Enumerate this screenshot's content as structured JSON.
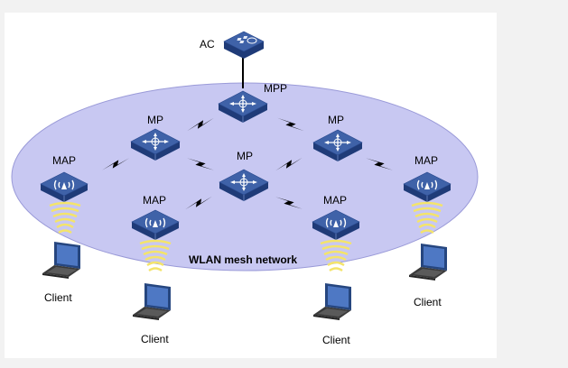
{
  "diagram": {
    "network_label": "WLAN mesh network",
    "nodes": {
      "ac": "AC",
      "mpp": "MPP",
      "mp_left": "MP",
      "mp_right": "MP",
      "mp_center": "MP",
      "map_far_left": "MAP",
      "map_left": "MAP",
      "map_right": "MAP",
      "map_far_right": "MAP"
    },
    "clients": {
      "client_1": "Client",
      "client_2": "Client",
      "client_3": "Client",
      "client_4": "Client"
    },
    "colors": {
      "background": "#f2f2f2",
      "panel": "#ffffff",
      "mesh_fill": "#c8c8f2",
      "mesh_stroke": "#9a9ad8",
      "device_top": "#3f62a8",
      "device_side": "#1f3b78",
      "signal": "#f4e46a",
      "laptop_screen": "#3f67b4"
    }
  }
}
